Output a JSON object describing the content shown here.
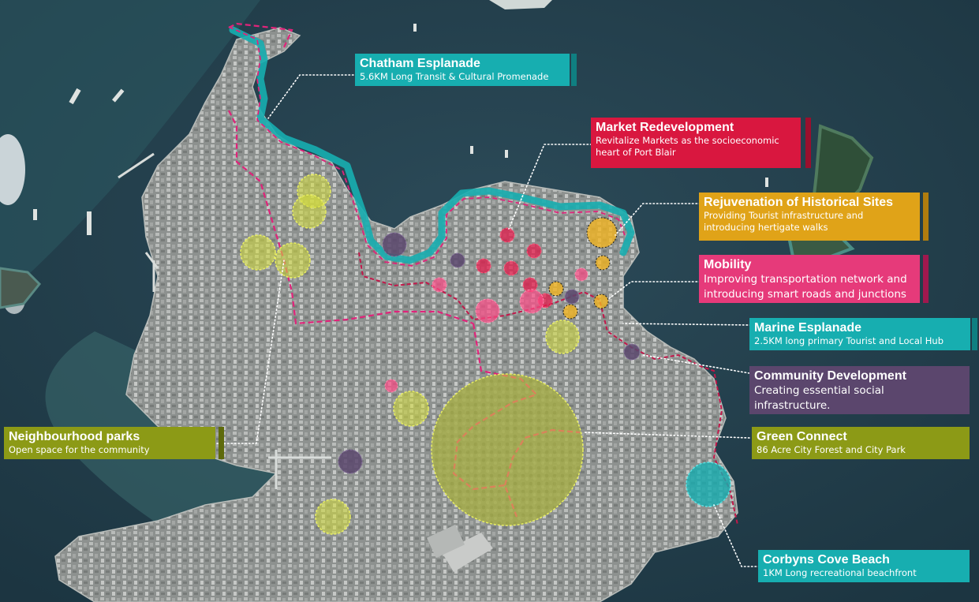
{
  "colors": {
    "teal": "#17aeb0",
    "crimson": "#d9173f",
    "magenta": "#e63a7a",
    "amber": "#e0a318",
    "purple": "#5b466d",
    "olive": "#8c9a16",
    "route": "#e0237a",
    "park_fill": "#d6df3a",
    "water": "#24404e",
    "land": "#8f9391"
  },
  "callouts": {
    "chatham": {
      "title": "Chatham Esplanade",
      "subtitle": "5.6KM Long Transit & Cultural Promenade"
    },
    "market": {
      "title": "Market Redevelopment",
      "subtitle": "Revitalize Markets as the socioeconomic heart of Port Blair"
    },
    "heritage": {
      "title": "Rejuvenation of Historical Sites",
      "subtitle": "Providing Tourist infrastructure and introducing hertigate walks"
    },
    "mobility": {
      "title": "Mobility",
      "subtitle": "Improving transportation network and introducing smart roads and junctions"
    },
    "marine": {
      "title": "Marine Esplanade",
      "subtitle": "2.5KM long primary Tourist and Local Hub"
    },
    "community": {
      "title": "Community Development",
      "subtitle": "Creating essential social infrastructure."
    },
    "green": {
      "title": "Green Connect",
      "subtitle": "86 Acre City Forest and City Park"
    },
    "parks": {
      "title": "Neighbourhood parks",
      "subtitle": "Open space for the community"
    },
    "corbyns": {
      "title": "Corbyns Cove Beach",
      "subtitle": "1KM Long recreational beachfront"
    }
  }
}
